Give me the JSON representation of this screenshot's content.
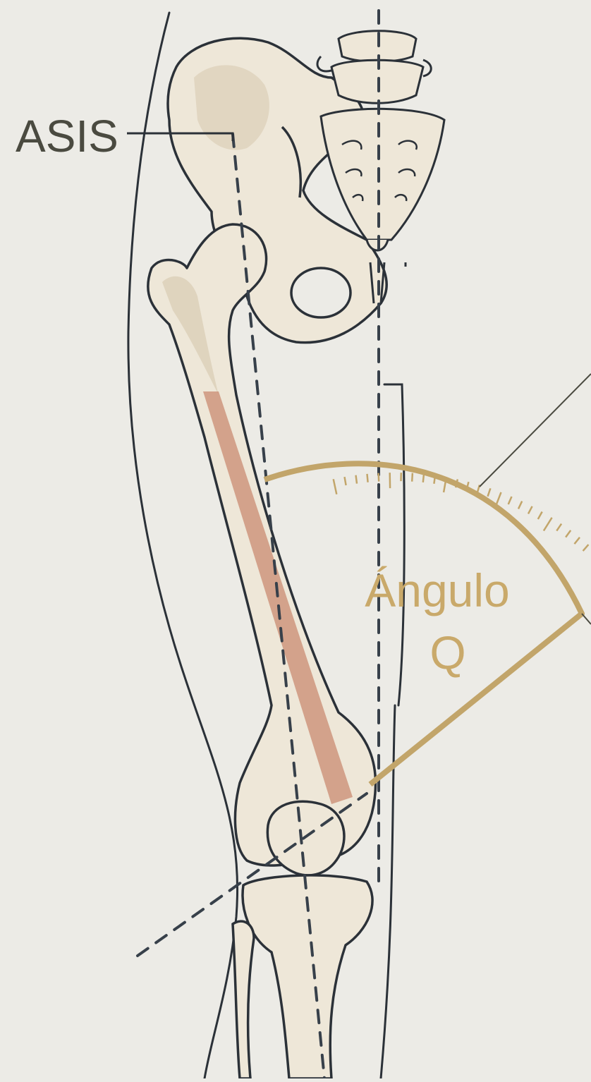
{
  "labels": {
    "asis": "ASIS",
    "angle_line1": "Ángulo",
    "angle_line2": "Q"
  },
  "colors": {
    "background": "#ecebe6",
    "bone_fill": "#eee7d8",
    "bone_shade": "#d9ccb3",
    "outline": "#2b3138",
    "axis_line": "#37404a",
    "muscle": "#c98b72",
    "protractor": "#c2a56a",
    "label_text_dark": "#4a4a40",
    "label_text_gold": "#c9a96a"
  }
}
